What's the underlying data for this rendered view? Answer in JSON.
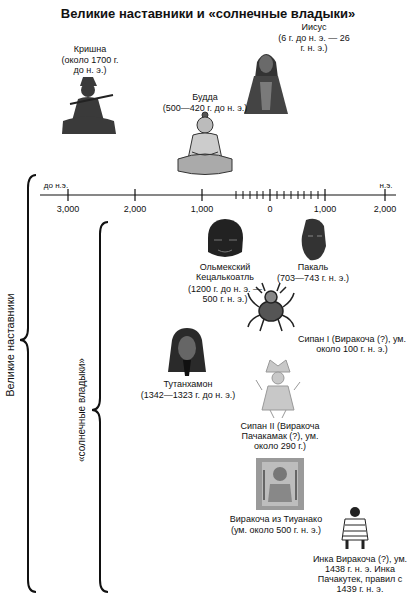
{
  "diagram": {
    "title": "Великие наставники и «солнечные владыки»",
    "labels": [
      "Кришна",
      "(около 1700 г. до н. э.)",
      "Иисус",
      "(6 г. до н. э. — 26 г. н. э.)",
      "Будда",
      "(500—420 г. до н. э.)",
      "до н.э.",
      "н.э.",
      "3,000",
      "2,000",
      "1,000",
      "0",
      "1,000",
      "2,000",
      "Великие наставники",
      "«солнечные владыки»",
      "Ольмекский Кецалькоатль",
      "(1200 г. до н. э. — 500 г. н. э.)",
      "Пакаль",
      "(703—743 г. н. э.)",
      "Сипан I (Виракоча (?), ум. около 100 г. н. э.)",
      "Тутанхамон",
      "(1342—1323 г. до н. э.)",
      "Сипан II (Виракоча Пачакамак (?), ум. около 290 г.)",
      "Виракоча из Тиуанако",
      "(ум. около 500 г. н. э.)",
      "Инка Виракоча (?), ум. 1438 г. н. э. Инка Пачакутек, правил с 1439 г. н. э."
    ]
  }
}
